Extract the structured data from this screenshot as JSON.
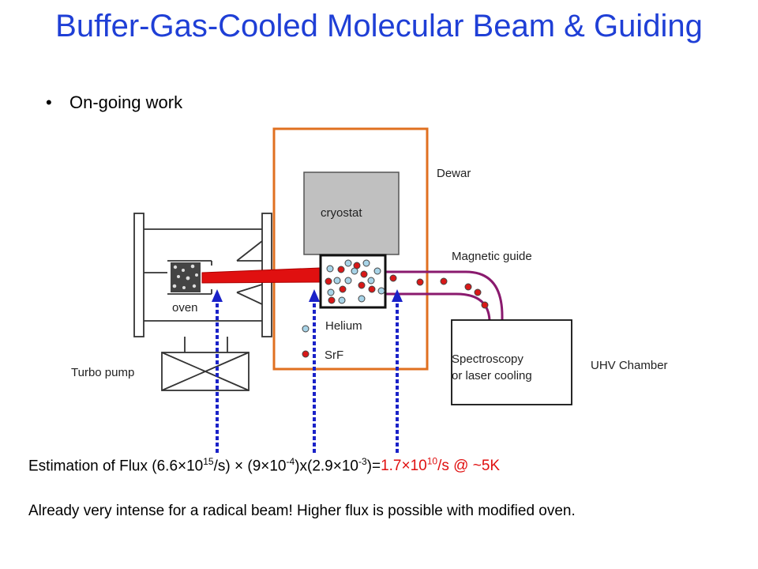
{
  "title": "Buffer-Gas-Cooled Molecular Beam & Guiding",
  "bullet": "On-going work",
  "labels": {
    "dewar": "Dewar",
    "cryostat": "cryostat",
    "magnetic_guide": "Magnetic guide",
    "oven": "oven",
    "helium": "Helium",
    "srf": "SrF",
    "spectroscopy_line1": "Spectroscopy",
    "spectroscopy_line2": "or laser cooling",
    "uhv_chamber": "UHV Chamber",
    "turbo_pump": "Turbo pump"
  },
  "flux": {
    "prefix": "Estimation of Flux (6.6×10",
    "exp1": "15",
    "part2": "/s) × (9×10",
    "exp2": "-4",
    "part3": ")x(2.9×10",
    "exp3": "-3",
    "part4": ")=",
    "result_base": "1.7×10",
    "result_exp": "10",
    "result_suffix": "/s  @ ~5K"
  },
  "note": "Already very intense for a radical beam! Higher flux is possible with modified oven.",
  "colors": {
    "title": "#1f3fd6",
    "dewar": "#e07020",
    "guide": "#8a1a6e",
    "beam": "#e01010",
    "srf_dot": "#d81818",
    "helium_dot": "#a8d4e8",
    "arrow": "#1a22c8",
    "cryostat_fill": "#c0c0c0"
  }
}
